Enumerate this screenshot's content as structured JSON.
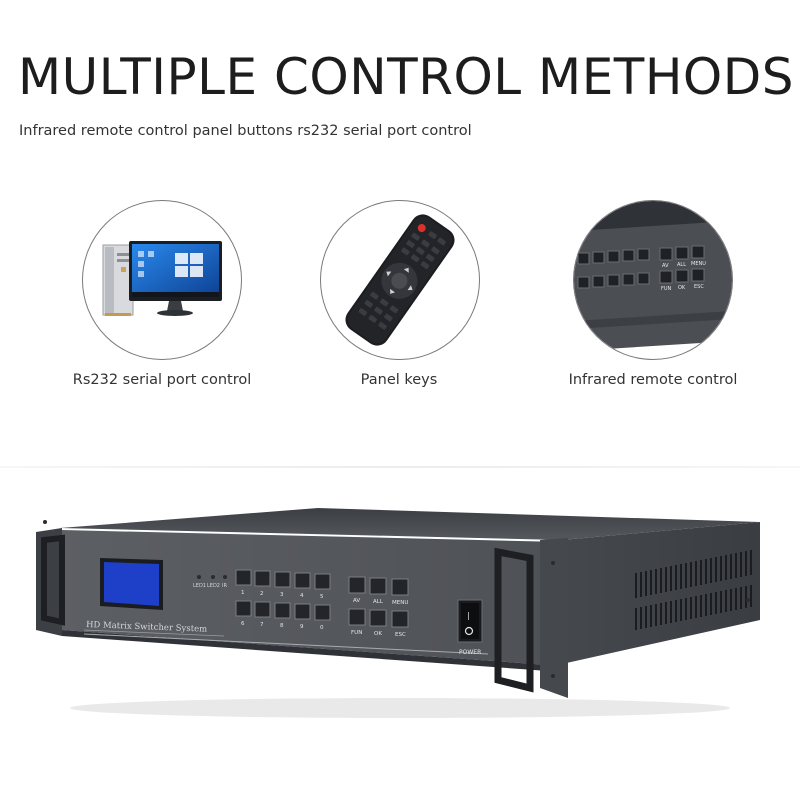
{
  "header": {
    "title": "MULTIPLE CONTROL METHODS",
    "subtitle": "Infrared remote control panel buttons rs232 serial port control"
  },
  "features": [
    {
      "label": "Rs232 serial port control",
      "icon": "computer-icon"
    },
    {
      "label": "Panel keys",
      "icon": "remote-control-icon"
    },
    {
      "label": "Infrared remote control",
      "icon": "panel-buttons-icon"
    }
  ],
  "device": {
    "model_text": "HD Matrix Switcher System",
    "indicators": [
      "LED1",
      "LED2",
      "IR"
    ],
    "number_keys_top": [
      "1",
      "2",
      "3",
      "4",
      "5"
    ],
    "number_keys_bottom": [
      "6",
      "7",
      "8",
      "9",
      "0"
    ],
    "function_keys_top": [
      "AV",
      "ALL",
      "MENU"
    ],
    "function_keys_bottom": [
      "FUN",
      "OK",
      "ESC"
    ],
    "power_label": "POWER",
    "colors": {
      "chassis": "#4a4d52",
      "front_panel": "#5a5d62",
      "lcd": "#1e3fc8"
    }
  }
}
